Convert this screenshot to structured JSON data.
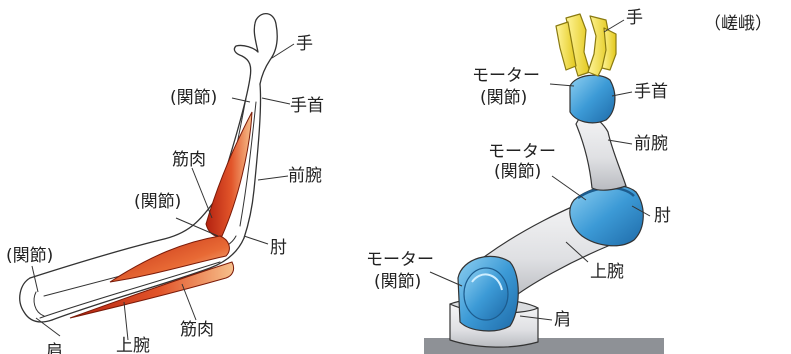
{
  "credit": "（嵯峨）",
  "human_arm": {
    "hand": "手",
    "joint_wrist": "(関節)",
    "wrist": "手首",
    "forearm": "前腕",
    "muscle_upper": "筋肉",
    "joint_elbow": "(関節)",
    "joint_shoulder": "(関節)",
    "elbow": "肘",
    "muscle_lower": "筋肉",
    "upper_arm": "上腕",
    "shoulder": "肩"
  },
  "robot_arm": {
    "hand": "手",
    "motor_wrist": "モーター",
    "joint_wrist": "(関節)",
    "wrist": "手首",
    "forearm": "前腕",
    "motor_elbow": "モーター",
    "joint_elbow": "(関節)",
    "elbow": "肘",
    "motor_shoulder": "モーター",
    "joint_shoulder": "(関節)",
    "upper_arm": "上腕",
    "shoulder": "肩"
  },
  "colors": {
    "muscle": "#d23a1a",
    "muscle_light": "#f5b27a",
    "gripper": "#f2e23a",
    "motor": "#4aa3d8",
    "motor_dark": "#1f6fae",
    "link": "#e3e4e7",
    "base": "#8e9196"
  }
}
